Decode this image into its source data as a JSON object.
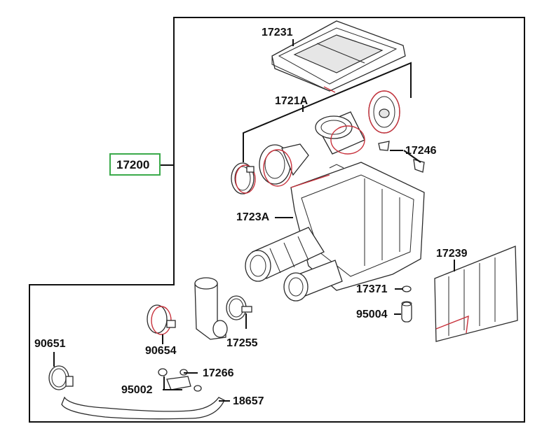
{
  "assembly": {
    "part_number": "17200",
    "highlight_color": "#3aaa4a"
  },
  "parts": [
    {
      "id": "p17231",
      "number": "17231"
    },
    {
      "id": "p1721A",
      "number": "1721A"
    },
    {
      "id": "p17246",
      "number": "17246"
    },
    {
      "id": "p1723A",
      "number": "1723A"
    },
    {
      "id": "p17239",
      "number": "17239"
    },
    {
      "id": "p17371",
      "number": "17371"
    },
    {
      "id": "p95004",
      "number": "95004"
    },
    {
      "id": "p90651",
      "number": "90651"
    },
    {
      "id": "p90654",
      "number": "90654"
    },
    {
      "id": "p17255",
      "number": "17255"
    },
    {
      "id": "p17266",
      "number": "17266"
    },
    {
      "id": "p95002",
      "number": "95002"
    },
    {
      "id": "p18657",
      "number": "18657"
    }
  ],
  "colors": {
    "outline": "#111111",
    "part_line": "#2a2a2a",
    "red_edge": "#c8323c"
  }
}
